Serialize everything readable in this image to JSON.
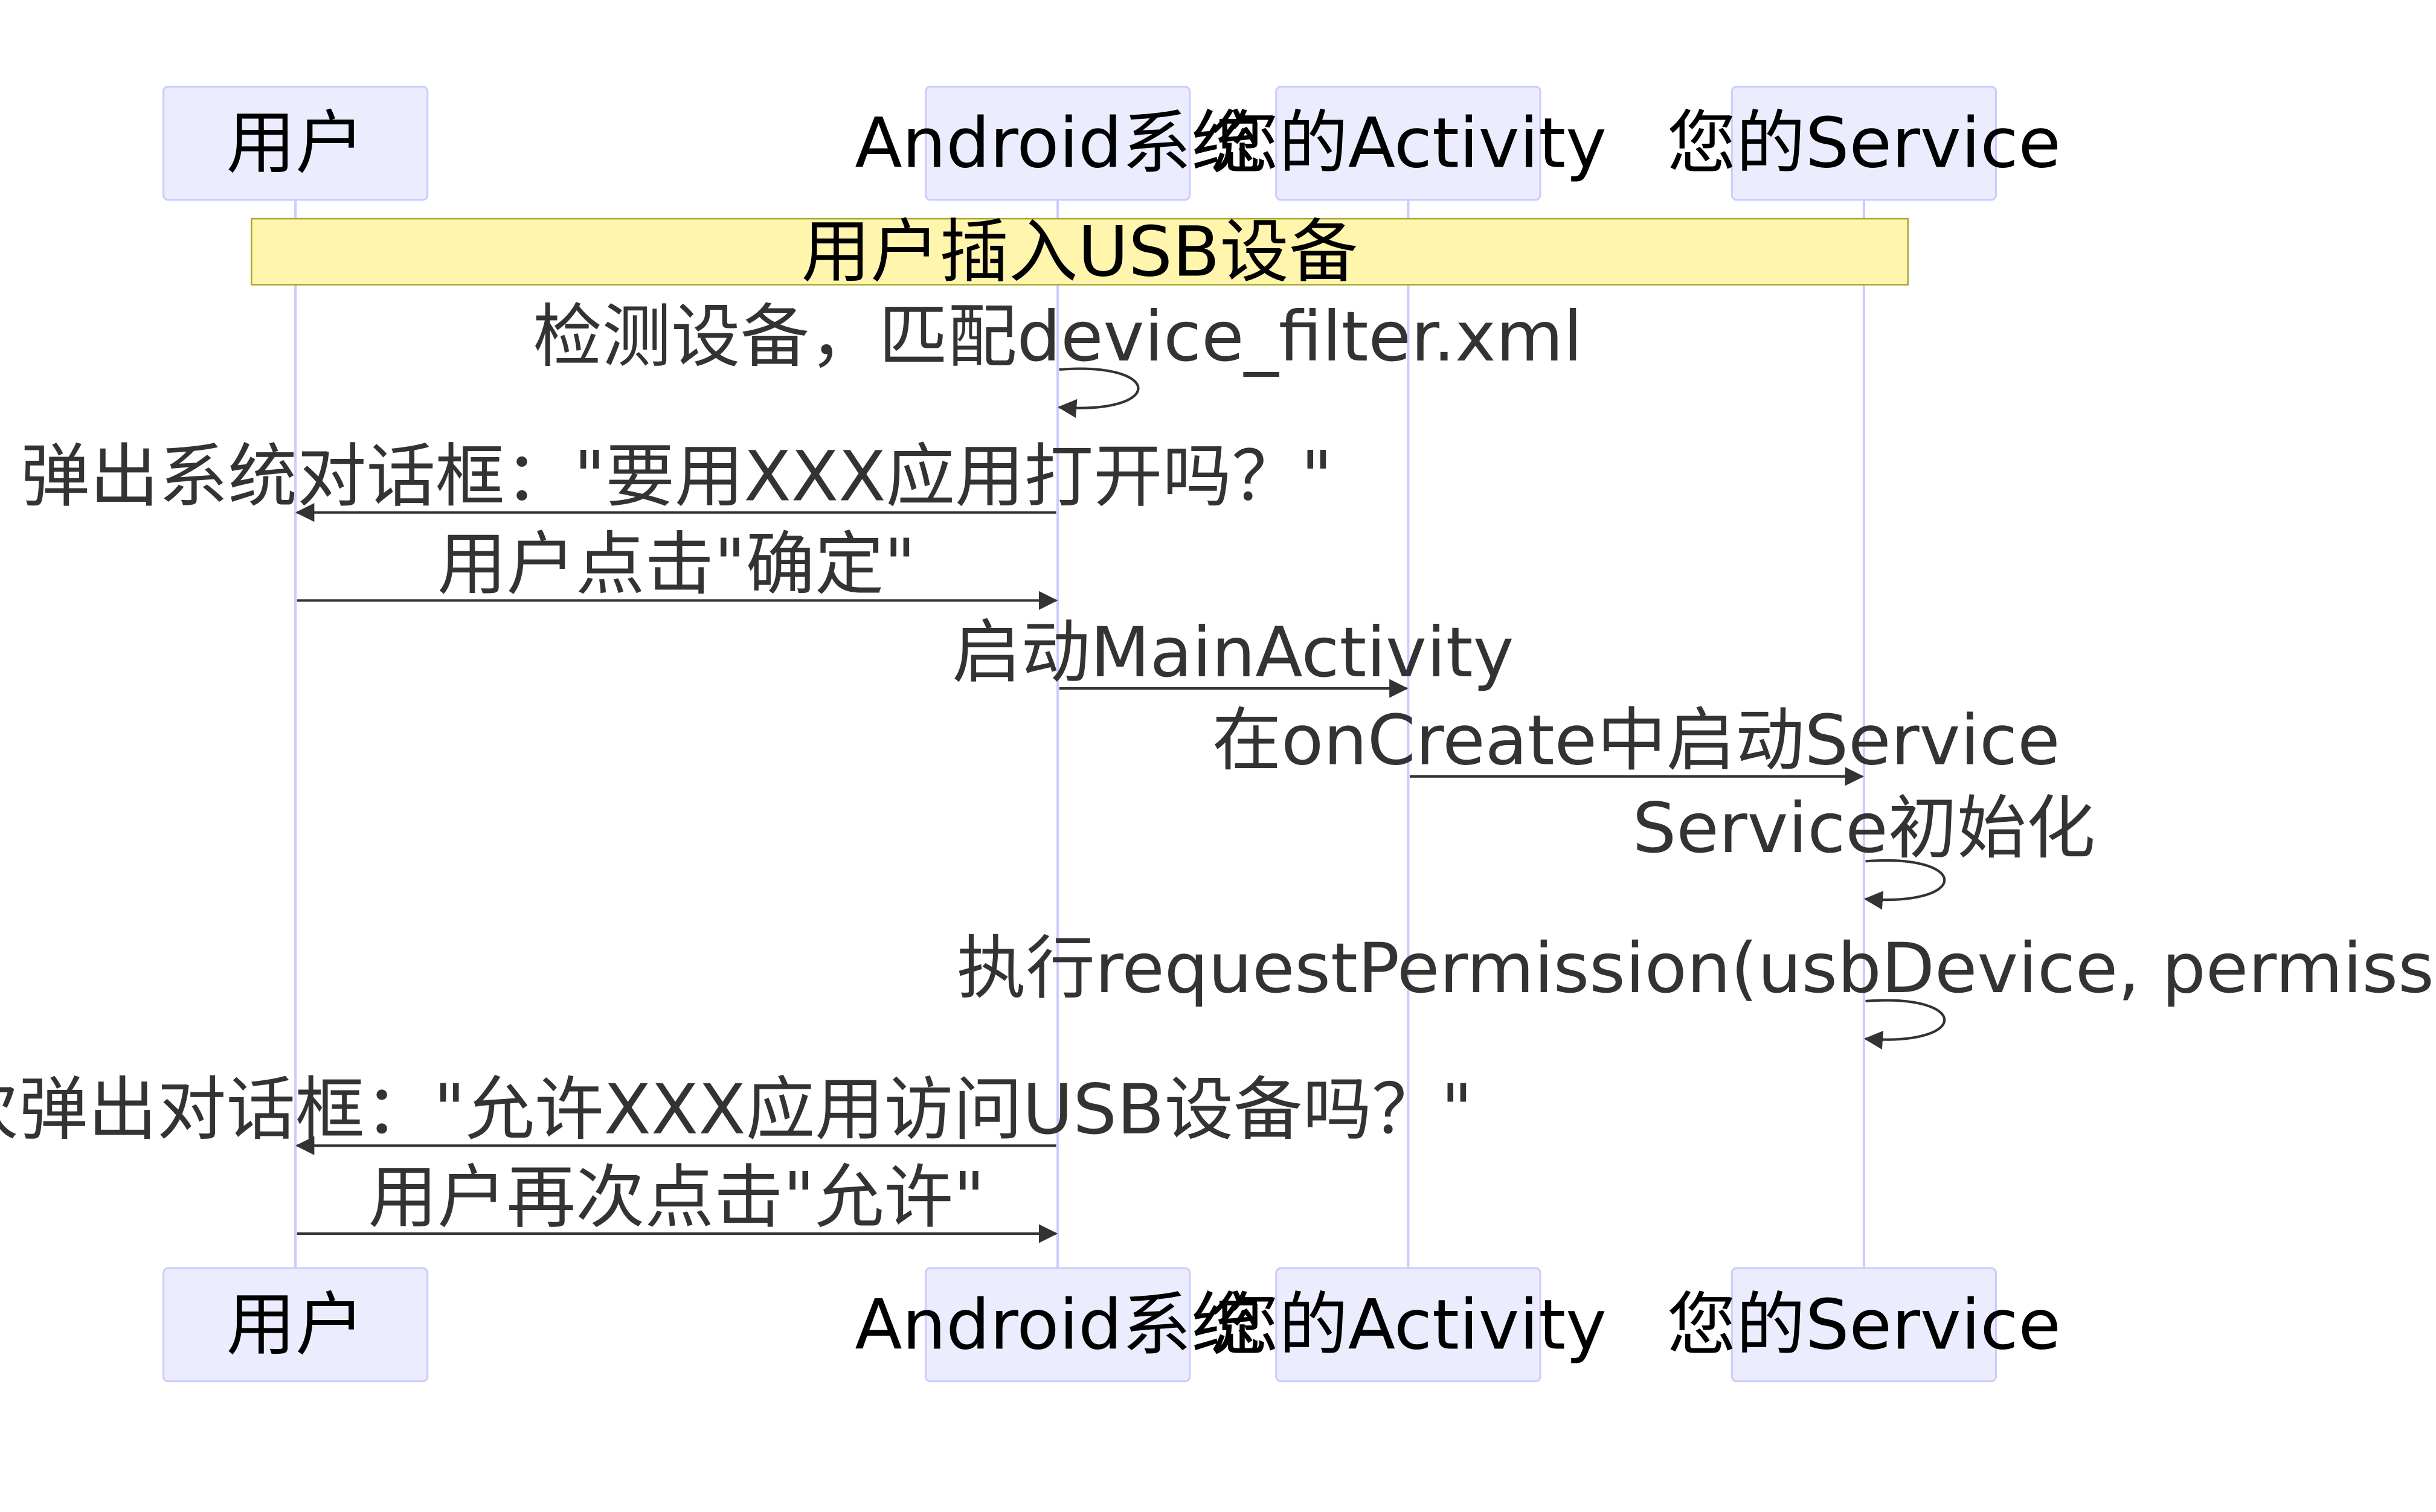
{
  "colors": {
    "actor_fill": "#ECECFF",
    "actor_border": "#CCCCFF",
    "lifeline": "#CCCCFF",
    "note_fill": "#FFF5AD",
    "note_border": "#AAAA33",
    "arrow": "#333333",
    "text": "#333333"
  },
  "actors": [
    {
      "id": "user",
      "label": "用户"
    },
    {
      "id": "system",
      "label": "Android系统"
    },
    {
      "id": "activity",
      "label": "您的Activity"
    },
    {
      "id": "service",
      "label": "您的Service"
    }
  ],
  "note": {
    "text": "用户插入USB设备",
    "from": "user",
    "to": "service"
  },
  "messages": [
    {
      "from": "system",
      "to": "system",
      "label": "检测设备，匹配device_filter.xml"
    },
    {
      "from": "system",
      "to": "user",
      "label": "弹出系统对话框：\"要用XXX应用打开吗？\""
    },
    {
      "from": "user",
      "to": "system",
      "label": "用户点击\"确定\""
    },
    {
      "from": "system",
      "to": "activity",
      "label": "启动MainActivity"
    },
    {
      "from": "activity",
      "to": "service",
      "label": "在onCreate中启动Service"
    },
    {
      "from": "service",
      "to": "service",
      "label": "Service初始化"
    },
    {
      "from": "service",
      "to": "service",
      "label": "执行requestPermission(usbDevice, permissionIntent)"
    },
    {
      "from": "system",
      "to": "user",
      "label": "再次弹出对话框：\"允许XXX应用访问USB设备吗？\""
    },
    {
      "from": "user",
      "to": "system",
      "label": "用户再次点击\"允许\""
    }
  ]
}
